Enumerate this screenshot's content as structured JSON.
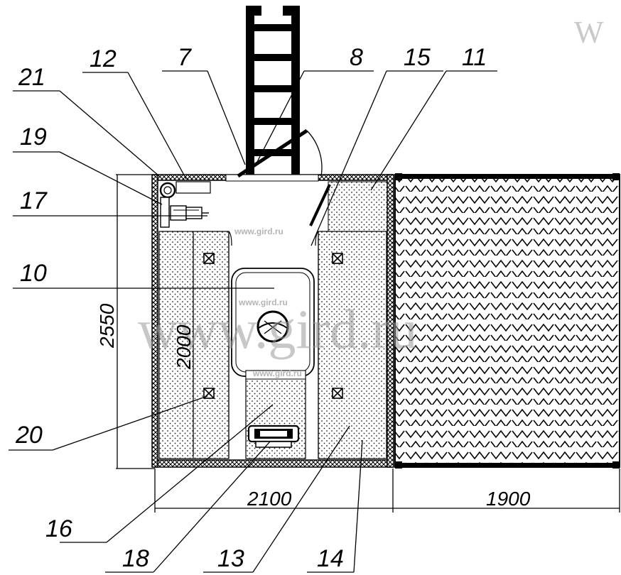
{
  "callouts": {
    "c21": "21",
    "c12": "12",
    "c7": "7",
    "c8": "8",
    "c15": "15",
    "c11": "11",
    "c19": "19",
    "c17": "17",
    "c10": "10",
    "c20": "20",
    "c16": "16",
    "c18": "18",
    "c13": "13",
    "c14": "14"
  },
  "dimensions": {
    "height_total": "2550",
    "height_inner": "2000",
    "width_main": "2100",
    "width_ext": "1900"
  },
  "watermarks": {
    "big": "www.gird.ru",
    "small": "www.gird.ru",
    "corner": "W"
  }
}
